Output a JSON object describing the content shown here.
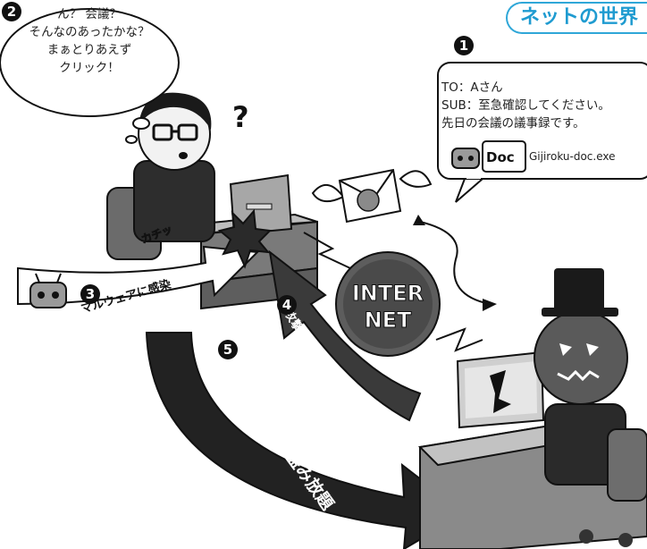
{
  "header": {
    "tag": "ネットの世界"
  },
  "steps": {
    "one": "1",
    "two": "2",
    "three": "3",
    "four": "4",
    "five": "5"
  },
  "thought": {
    "line1": "ん？ 会議？",
    "line2": "そんなのあったかな？",
    "line3": "まぁとりあえず",
    "line4": "クリック！"
  },
  "email": {
    "to": "TO：Aさん",
    "sub": "SUB：至急確認してください。",
    "body": "先日の会議の議事録です。",
    "attachment_badge": "Doc",
    "attachment_name": "Gijiroku-doc.exe"
  },
  "internet": {
    "line1": "INTER",
    "line2": "NET"
  },
  "labels": {
    "infected": "マルウェアに感染",
    "hijack": "攻撃者がマシンを乗っ取り",
    "steal": "以降データを盗み放題"
  },
  "sfx": {
    "click": "カチッ"
  },
  "colors": {
    "accent": "#2fa7d8",
    "ink": "#111111"
  }
}
